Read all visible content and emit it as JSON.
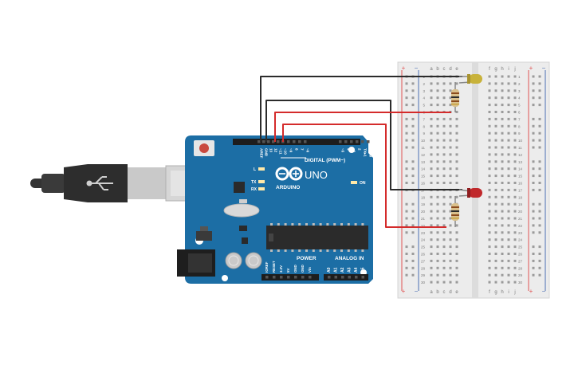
{
  "board": {
    "logo_text": "ARDUINO",
    "model": "UNO",
    "digital_header_label": "DIGITAL (PWM~)",
    "power_label": "POWER",
    "analog_label": "ANALOG IN",
    "led_l_label": "L",
    "tx_label": "TX",
    "rx_label": "RX",
    "on_label": "ON",
    "top_pin_labels": [
      "AREF",
      "GND",
      "13",
      "12",
      "~11",
      "~10",
      "~9",
      "8",
      "7",
      "~6",
      "~5",
      "4",
      "~3",
      "2",
      "TX▸1",
      "RX◂0"
    ],
    "power_pin_labels": [
      "IOREF",
      "RESET",
      "3.3V",
      "5V",
      "GND",
      "GND",
      "Vin"
    ],
    "analog_pin_labels": [
      "A0",
      "A1",
      "A2",
      "A3",
      "A4",
      "A5"
    ]
  },
  "breadboard": {
    "column_letters_left": [
      "a",
      "b",
      "c",
      "d",
      "e"
    ],
    "column_letters_right": [
      "f",
      "g",
      "h",
      "i",
      "j"
    ],
    "row_count": 30,
    "rail_plus": "+",
    "rail_minus": "−"
  },
  "components": {
    "led_top_color": "#c8b23a",
    "led_bottom_color": "#c0282b",
    "resistor_color": "#d9c08c"
  },
  "colors": {
    "board_blue": "#1c6ea5",
    "board_dark": "#155b8a",
    "wire_red": "#d42b2b",
    "wire_black": "#2b2b2b",
    "breadboard_bg": "#eeeeee",
    "rail_red": "#e05555",
    "rail_blue": "#4d6fb3"
  }
}
